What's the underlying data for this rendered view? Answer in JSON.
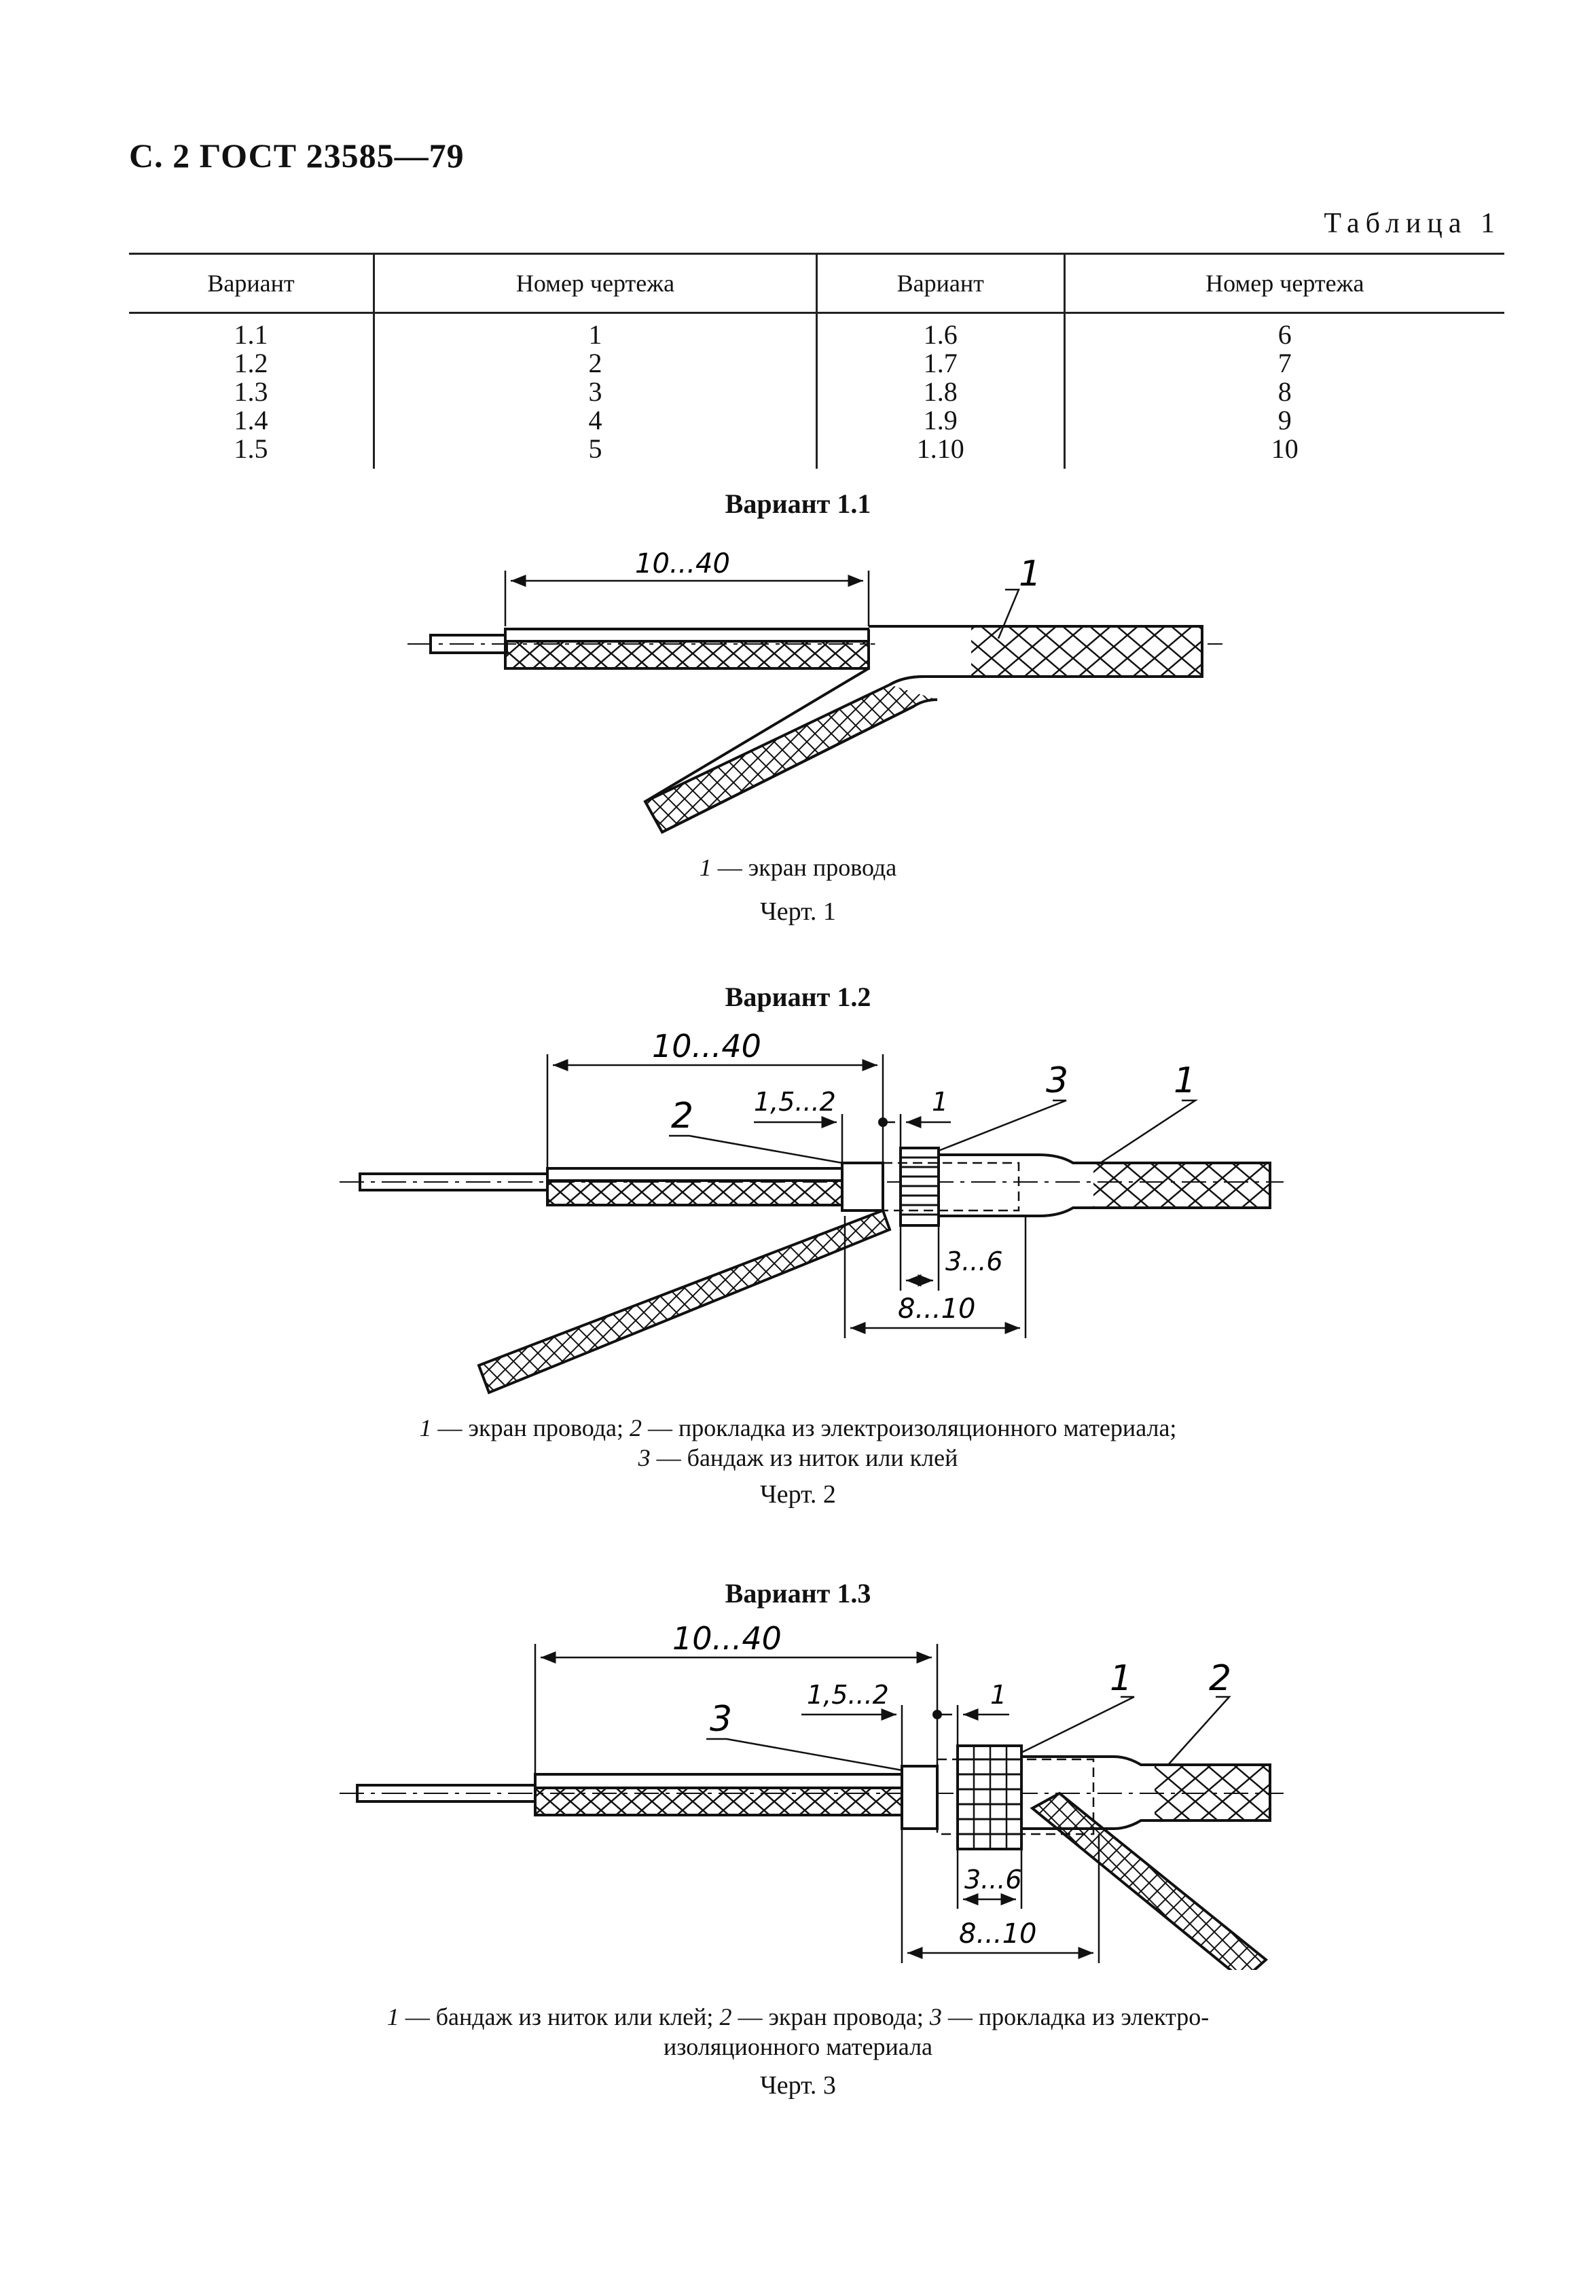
{
  "header": "С. 2 ГОСТ 23585—79",
  "table": {
    "title": "Таблица 1",
    "columns": [
      "Вариант",
      "Номер чертежа",
      "Вариант",
      "Номер чертежа"
    ],
    "rows": [
      [
        "1.1",
        "1",
        "1.6",
        "6"
      ],
      [
        "1.2",
        "2",
        "1.7",
        "7"
      ],
      [
        "1.3",
        "3",
        "1.8",
        "8"
      ],
      [
        "1.4",
        "4",
        "1.9",
        "9"
      ],
      [
        "1.5",
        "5",
        "1.10",
        "10"
      ]
    ]
  },
  "figures": [
    {
      "title": "Вариант 1.1",
      "dims": {
        "main": "10...40"
      },
      "callouts": [
        "1"
      ],
      "legend": [
        {
          "num": "1",
          "text": " — экран провода"
        }
      ],
      "label": "Черт. 1"
    },
    {
      "title": "Вариант 1.2",
      "dims": {
        "main": "10...40",
        "gap": "1,5...2",
        "one": "1",
        "band": "3...6",
        "total": "8...10"
      },
      "callouts": [
        "2",
        "3",
        "1"
      ],
      "legend": [
        {
          "num": "1",
          "text": " — экран провода; "
        },
        {
          "num": "2",
          "text": " — прокладка из электроизоляционного материала;"
        },
        {
          "num": "3",
          "text": " — бандаж из ниток или клей"
        }
      ],
      "label": "Черт. 2"
    },
    {
      "title": "Вариант 1.3",
      "dims": {
        "main": "10...40",
        "gap": "1,5...2",
        "one": "1",
        "band": "3...6",
        "total": "8...10"
      },
      "callouts": [
        "3",
        "1",
        "2"
      ],
      "legend": [
        {
          "num": "1",
          "text": " — бандаж из ниток или клей; "
        },
        {
          "num": "2",
          "text": " — экран провода; "
        },
        {
          "num": "3",
          "text": " — прокладка из электро-"
        },
        {
          "num": "",
          "text": "изоляционного материала"
        }
      ],
      "label": "Черт. 3"
    }
  ]
}
